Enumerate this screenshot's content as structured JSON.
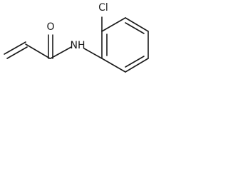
{
  "molecule": {
    "atoms": {
      "chlorine": "Cl",
      "oxygen": "O",
      "nitrogen_hydrogen": "NH"
    }
  }
}
